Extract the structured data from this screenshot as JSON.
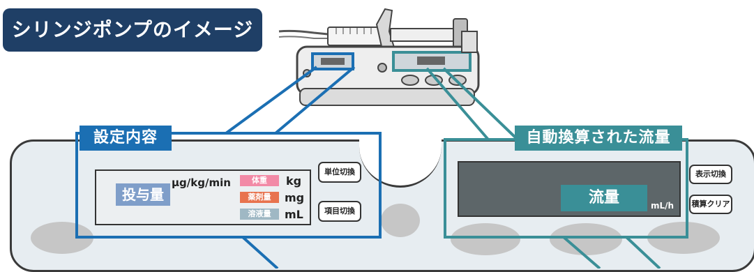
{
  "title": "シリンジポンプのイメージ",
  "left_callout": {
    "label": "設定内容",
    "dose_label": "投与量",
    "dose_unit": "μg/kg/min",
    "weight_tag": "体重",
    "weight_unit": "kg",
    "drug_tag": "薬剤量",
    "drug_unit": "mg",
    "solution_tag": "溶液量",
    "solution_unit": "mL",
    "unit_switch_button": "単位切換",
    "item_switch_button": "項目切換"
  },
  "right_callout": {
    "label": "自動換算された流量",
    "flow_label": "流量",
    "flow_unit": "mL/h",
    "display_switch_button": "表示切換",
    "totals_clear_button": "積算クリア"
  },
  "colors": {
    "title_bg": "#1f3f66",
    "blue_callout": "#1b6fb3",
    "teal_callout": "#3a8f97",
    "panel_bg": "#e7edf1",
    "weight_tag": "#f28aa6",
    "drug_tag": "#e8734e",
    "solution_tag": "#9fb8c4",
    "dose_tag": "#7f9ec9",
    "flow_tag": "#3a8f97"
  },
  "icons": [
    "syringe-pump-illustration",
    "syringe-icon"
  ]
}
